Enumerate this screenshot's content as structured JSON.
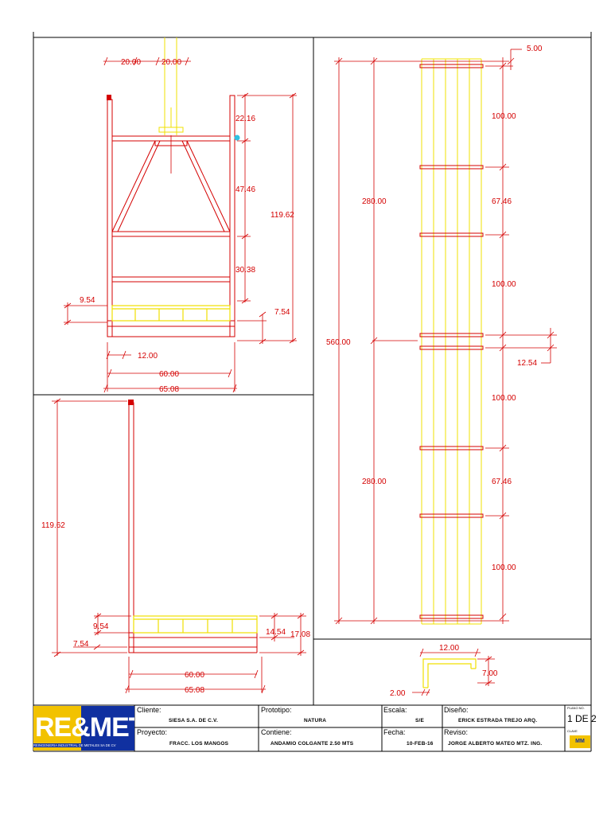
{
  "drawing": {
    "dims_front": [
      "20.00",
      "20.00",
      "22.16",
      "47.46",
      "119.62",
      "30.38",
      "9.54",
      "7.54",
      "12.00",
      "60.00",
      "65.08"
    ],
    "dims_side": [
      "119.62",
      "9.54",
      "7.54",
      "14.54",
      "17.08",
      "60.00",
      "65.08"
    ],
    "dims_long": [
      "5.00",
      "100.00",
      "280.00",
      "67.46",
      "100.00",
      "560.00",
      "12.54",
      "100.00",
      "280.00",
      "67.46",
      "100.00"
    ],
    "dims_profile": [
      "12.00",
      "7.00",
      "2.00"
    ]
  },
  "title_block": {
    "cliente_label": "Cliente:",
    "cliente": "SIESA S.A. DE C.V.",
    "prototipo_label": "Prototipo:",
    "prototipo": "NATURA",
    "escala_label": "Escala:",
    "escala": "S/E",
    "diseno_label": "Diseño:",
    "diseno": "ERICK ESTRADA TREJO ARQ.",
    "plano_label": "PLANO NO.",
    "plano": "1 DE 2",
    "proyecto_label": "Proyecto:",
    "proyecto": "FRACC. LOS MANGOS",
    "contiene_label": "Contiene:",
    "contiene": "ANDAMIO COLGANTE 2.50 MTS",
    "fecha_label": "Fecha:",
    "fecha": "10-FEB-16",
    "reviso_label": "Reviso:",
    "reviso": "JORGE ALBERTO MATEO MTZ. ING.",
    "clave_label": "CLAVE",
    "logo_text": "RE&METAL",
    "logo_sub": "REINGENIERIA INDUSTRIAL DE METALES SA DE CV",
    "badge": "MM"
  }
}
